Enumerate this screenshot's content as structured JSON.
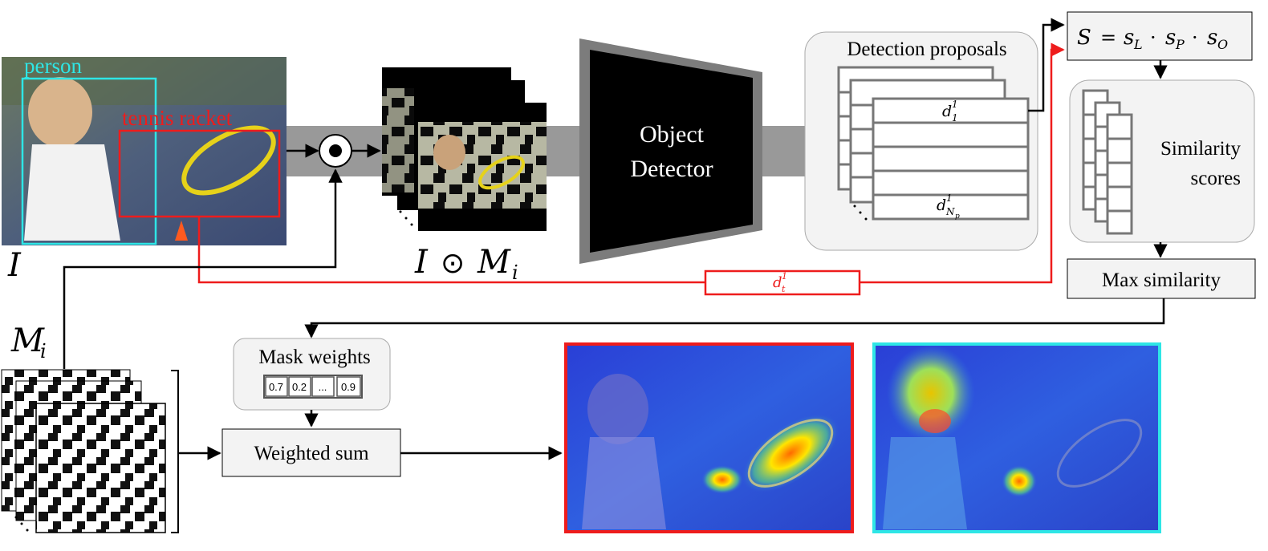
{
  "input": {
    "image_symbol": "I",
    "boxes": [
      {
        "label": "person",
        "color": "#2ee6e6"
      },
      {
        "label": "tennis racket",
        "color": "#ee1c1c"
      }
    ]
  },
  "masked_images": {
    "label_I": "I",
    "label_op": "⊙",
    "label_M": "M",
    "label_sub": "i"
  },
  "detector": {
    "line1": "Object",
    "line2": "Detector"
  },
  "proposals": {
    "title": "Detection proposals",
    "first": {
      "base": "d",
      "sup": "1",
      "sub": "1"
    },
    "last": {
      "base": "d",
      "sup": "1",
      "sub": "N",
      "subsub": "p"
    }
  },
  "score": {
    "S": "S",
    "eq": "=",
    "s": "s",
    "L": "L",
    "P": "P",
    "O": "O",
    "dot": "·"
  },
  "similarity": {
    "line1": "Similarity",
    "line2": "scores"
  },
  "max_similarity": {
    "label": "Max similarity"
  },
  "target": {
    "base": "d",
    "sup": "1",
    "sub": "t"
  },
  "masks": {
    "symbol": "M",
    "sub": "i"
  },
  "mask_weights": {
    "title": "Mask weights",
    "cells": [
      "0.7",
      "0.2",
      "...",
      "0.9"
    ]
  },
  "weighted_sum": {
    "label": "Weighted sum"
  },
  "colors": {
    "red": "#ee1c1c",
    "cyan": "#2ee6e6",
    "gray": "#999999",
    "panel": "#f3f3f3"
  },
  "icons": {
    "op": "hadamard-product-icon",
    "ellipsis": "diagonal-dots-icon"
  }
}
